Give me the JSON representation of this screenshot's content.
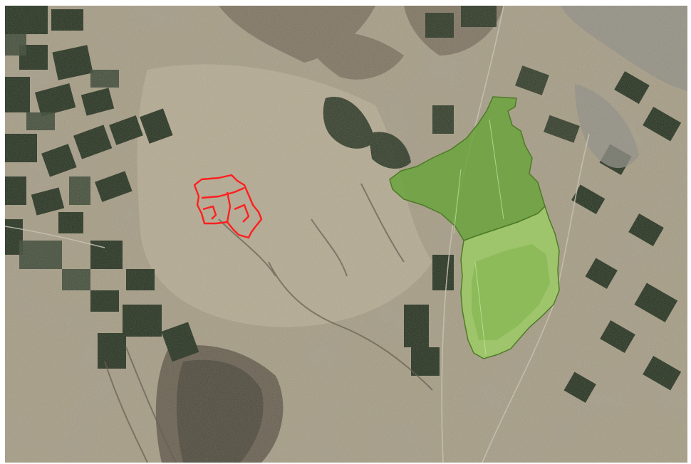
{
  "map": {
    "style": "satellite-imagery",
    "labels": [],
    "colors": {
      "terrain_base": "#a59c83",
      "terrain_light": "#b8ae95",
      "terrain_dark": "#776d59",
      "field_dark": "#26321f",
      "field_mid": "#3a4632",
      "red_outline": "#ff1f1f",
      "zone_north_fill": "#69a33b",
      "zone_south_fill": "#9ccd64",
      "zone_border": "#4f7a28"
    },
    "overlays": [
      {
        "kind": "outline",
        "color": "red",
        "name": "red-parcel-outline"
      },
      {
        "kind": "filled-area",
        "color": "green",
        "name": "zone-north"
      },
      {
        "kind": "filled-area",
        "color": "light-green",
        "name": "zone-south"
      }
    ]
  }
}
